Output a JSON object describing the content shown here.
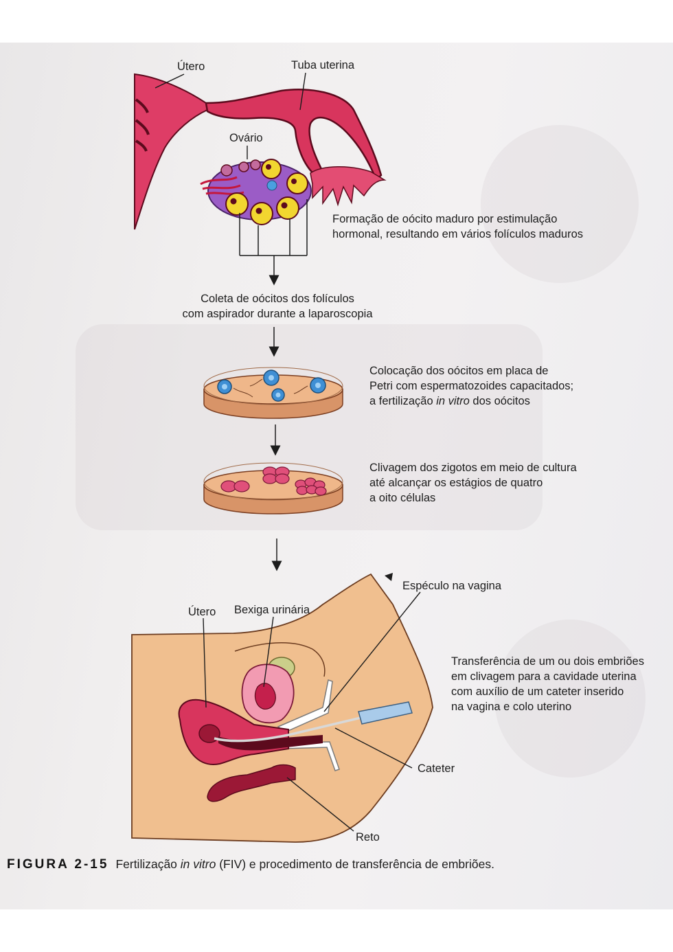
{
  "labels": {
    "utero_top": "Útero",
    "tuba_uterina": "Tuba uterina",
    "ovario": "Ovário",
    "utero_bottom": "Útero",
    "bexiga_urinaria": "Bexiga urinária",
    "especulo": "Espéculo na vagina",
    "cateter": "Cateter",
    "reto": "Reto"
  },
  "captions": {
    "step1": [
      "Formação de oócito maduro por estimulação",
      "hormonal, resultando em vários folículos maduros"
    ],
    "step2": [
      "Coleta de oócitos dos folículos",
      "com aspirador durante a laparoscopia"
    ],
    "step3": {
      "line1": "Colocação dos oócitos em placa de",
      "line2": "Petri com espermatozoides capacitados;",
      "line3_before": "a fertilização ",
      "line3_italic": "in vitro",
      "line3_after": " dos oócitos"
    },
    "step4": [
      "Clivagem dos zigotos em meio de cultura",
      "até alcançar os estágios de quatro",
      "a oito células"
    ],
    "step5": [
      "Transferência de um ou dois embriões",
      "em clivagem para a cavidade uterina",
      "com auxílio de um cateter inserido",
      "na vagina e colo uterino"
    ]
  },
  "figure_caption": {
    "number": "FIGURA 2-15",
    "text_before": "Fertilização ",
    "text_italic": "in vitro",
    "text_after": " (FIV) e procedimento de transferência de embriões."
  },
  "colors": {
    "pink": "#d8355d",
    "dark_red": "#5c0a1d",
    "ovary_purple": "#9b5cc6",
    "follicle_yellow": "#f2d630",
    "skin": "#f0bf8f",
    "dish": "#efb78a",
    "catheter_blue": "#a9cbea"
  }
}
